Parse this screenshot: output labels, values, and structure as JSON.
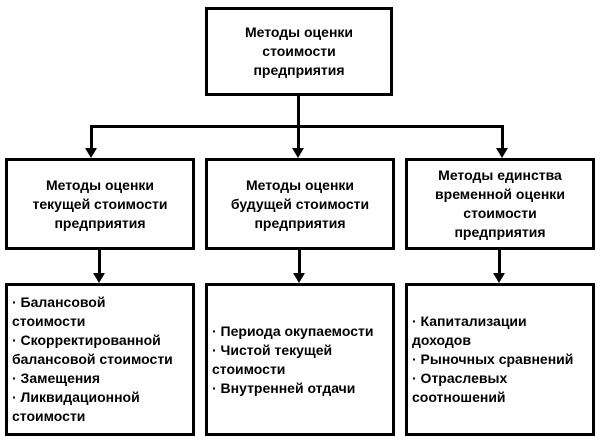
{
  "diagram": {
    "root": {
      "title": "Методы оценки\nстоимости\nпредприятия"
    },
    "branches": [
      {
        "title": "Методы оценки\nтекущей стоимости\nпредприятия",
        "items": [
          "· Балансовой\nстоимости",
          "· Скорректированной\nбалансовой стоимости",
          "· Замещения",
          "· Ликвидационной\nстоимости"
        ]
      },
      {
        "title": "Методы оценки\nбудущей стоимости\nпредприятия",
        "items": [
          "· Периода окупаемости",
          "· Чистой текущей\nстоимости",
          "· Внутренней отдачи"
        ]
      },
      {
        "title": "Методы единства\nвременной оценки\nстоимости\nпредприятия",
        "items": [
          "· Капитализации\nдоходов",
          "· Рыночных сравнений",
          "· Отраслевых\nсоотношений"
        ]
      }
    ],
    "colors": {
      "box_border": "#000000",
      "box_fill": "#ffffff",
      "text": "#000000",
      "line": "#000000"
    }
  }
}
